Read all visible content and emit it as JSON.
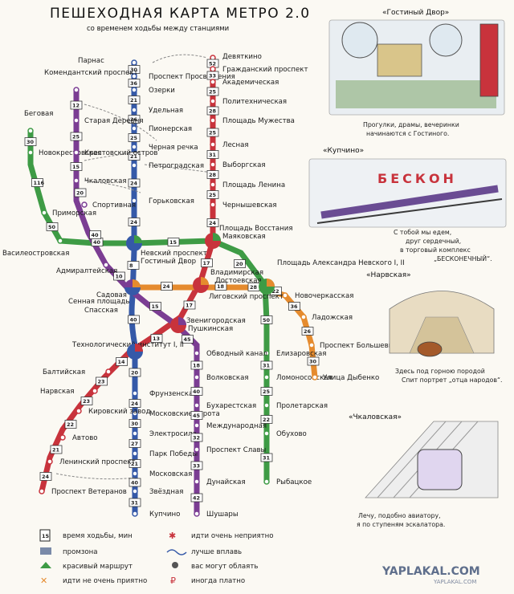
{
  "title": "ПЕШЕХОДНАЯ КАРТА МЕТРО 2.0",
  "subtitle": "со временем ходьбы между станциями",
  "lines": [
    {
      "color": "#3559a8",
      "stations": [
        "Парнас",
        "Проспект Просвещения",
        "Озерки",
        "Удельная",
        "Пионерская",
        "Черная речка",
        "Петроградская",
        "Горьковская",
        "Невский проспект",
        "Сенная площадь",
        "Технологический институт I",
        "Фрунзенская",
        "Московские ворота",
        "Электросила",
        "Парк Победы",
        "Московская",
        "Звёздная",
        "Купчино"
      ],
      "minutes": [
        "30",
        "36",
        "21",
        "26",
        "25",
        "21",
        "24",
        "24",
        "8",
        "40",
        "20",
        "24",
        "30",
        "27",
        "21",
        "40",
        "31"
      ]
    },
    {
      "color": "#c8333c",
      "stations": [
        "Девяткино",
        "Гражданский проспект",
        "Академическая",
        "Политехническая",
        "Площадь Мужества",
        "Лесная",
        "Выборгская",
        "Площадь Ленина",
        "Чернышевская",
        "Площадь Восстания",
        "Владимирская",
        "Пушкинская",
        "Технологический институт II",
        "Балтийская",
        "Нарвская",
        "Кировский завод",
        "Автово",
        "Ленинский проспект",
        "Проспект Ветеранов"
      ],
      "minutes": [
        "52",
        "33",
        "25",
        "28",
        "25",
        "31",
        "28",
        "25",
        "24",
        "17",
        "17",
        "13",
        "14",
        "23",
        "23",
        "22",
        "21",
        "24"
      ]
    },
    {
      "color": "#3e9b45",
      "stations": [
        "Беговая",
        "Новокрестовская",
        "Приморская",
        "Василеостровская",
        "Гостиный Двор",
        "Маяковская",
        "Площадь Александра Невского I",
        "Елизаровская",
        "Ломоносовская",
        "Пролетарская",
        "Обухово",
        "Рыбацкое"
      ],
      "minutes": [
        "30",
        "116",
        "50",
        "40",
        "15",
        "20",
        "50",
        "31",
        "25",
        "22",
        "31"
      ]
    },
    {
      "color": "#e58b2e",
      "stations": [
        "Спасская",
        "Достоевская",
        "Лиговский проспект",
        "Площадь Александра Невского II",
        "Новочеркасская",
        "Ладожская",
        "Проспект Большевиков",
        "Улица Дыбенко"
      ],
      "minutes": [
        "24",
        "18",
        "28",
        "22",
        "36",
        "26",
        "30"
      ]
    },
    {
      "color": "#7b3d93",
      "stations": [
        "Комендантский проспект",
        "Старая Деревня",
        "Крестовский остров",
        "Чкаловская",
        "Спортивная",
        "Адмиралтейская",
        "Садовая",
        "Звенигородская",
        "Обводный канал",
        "Волковская",
        "Бухарестская",
        "Международная",
        "Проспект Славы",
        "Дунайская",
        "Шушары"
      ],
      "minutes": [
        "12",
        "25",
        "15",
        "20",
        "40",
        "10",
        "15",
        "45",
        "18",
        "40",
        "45",
        "32",
        "33",
        "42"
      ]
    }
  ],
  "legend": [
    "время ходьбы, мин",
    "промзона",
    "красивый маршрут",
    "идти не очень приятно",
    "идти очень неприятно",
    "лучше вплавь",
    "вас могут облаять",
    "иногда платно"
  ],
  "legend_mark": "15",
  "side_panels": [
    {
      "title": "«Гостиный Двор»",
      "caption": [
        "Прогулки, драмы, вечеринки",
        "начинаются с Гостиного."
      ],
      "sign": ""
    },
    {
      "title": "«Купчино»",
      "caption": [
        "С тобой мы едем,",
        "друг сердечный,",
        "в торговый комплекс",
        "„БЕСКОНЕЧНЫЙ“."
      ],
      "sign": "БЕСКОН"
    },
    {
      "title": "«Нарвская»",
      "caption": [
        "Здесь под горною породой",
        "Спит портрет „отца народов“."
      ],
      "sign": ""
    },
    {
      "title": "«Чкаловская»",
      "caption": [
        "Лечу, подобно авиатору,",
        "я по ступеням эскалатора."
      ],
      "sign": ""
    }
  ],
  "watermark": "YAPLAKAL.COM",
  "watermark_small": "YAPLAKAL.COM"
}
